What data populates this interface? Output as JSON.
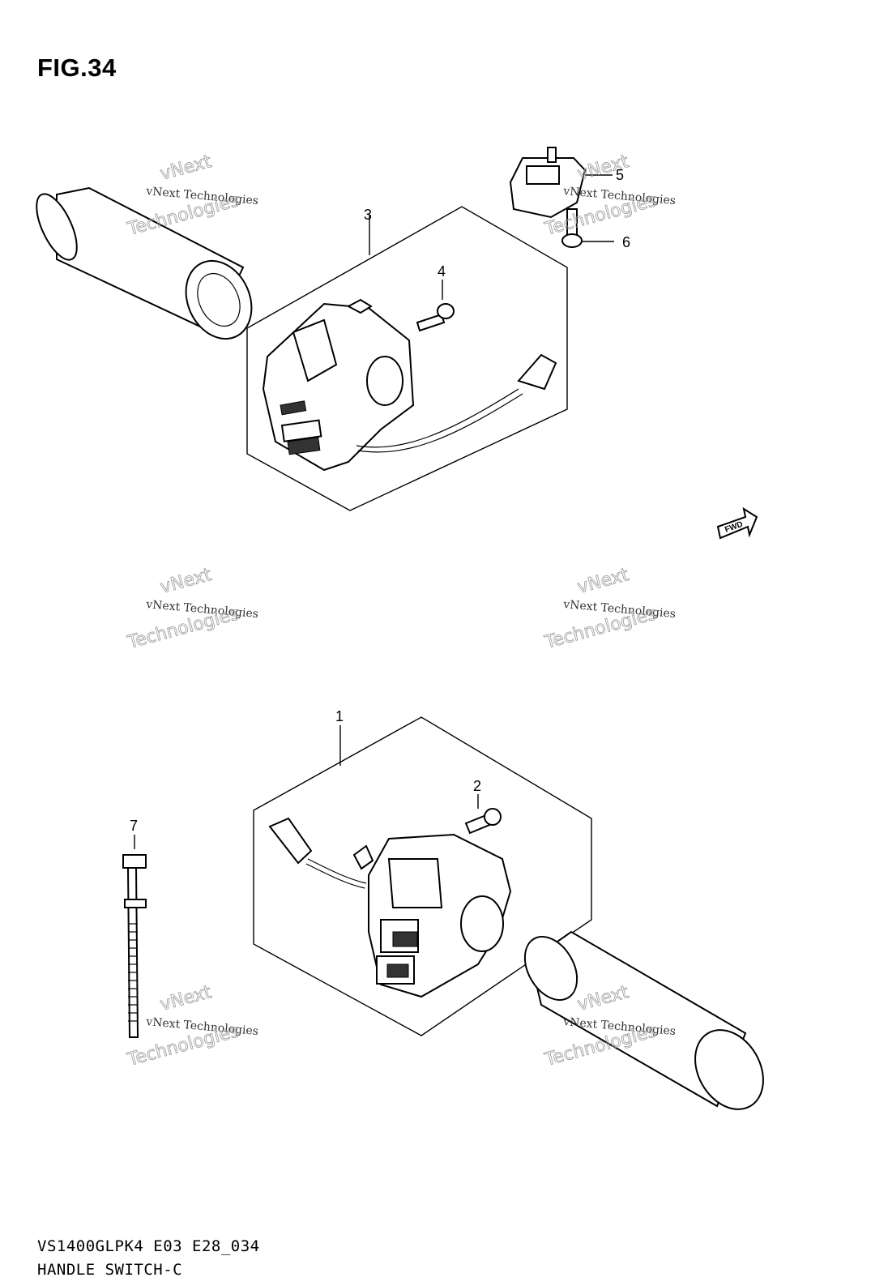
{
  "figure": {
    "title": "FIG.34"
  },
  "footer": {
    "code": "VS1400GLPK4 E03 E28_034",
    "name": "HANDLE SWITCH-C"
  },
  "fwd_label": "FWD",
  "callouts": [
    {
      "id": "c1",
      "label": "1"
    },
    {
      "id": "c2",
      "label": "2"
    },
    {
      "id": "c3",
      "label": "3"
    },
    {
      "id": "c4",
      "label": "4"
    },
    {
      "id": "c5",
      "label": "5"
    },
    {
      "id": "c6",
      "label": "6"
    },
    {
      "id": "c7",
      "label": "7"
    }
  ],
  "watermark": {
    "line1": "vNext Technologies",
    "line2": "vNext",
    "line3": "Technologies"
  }
}
